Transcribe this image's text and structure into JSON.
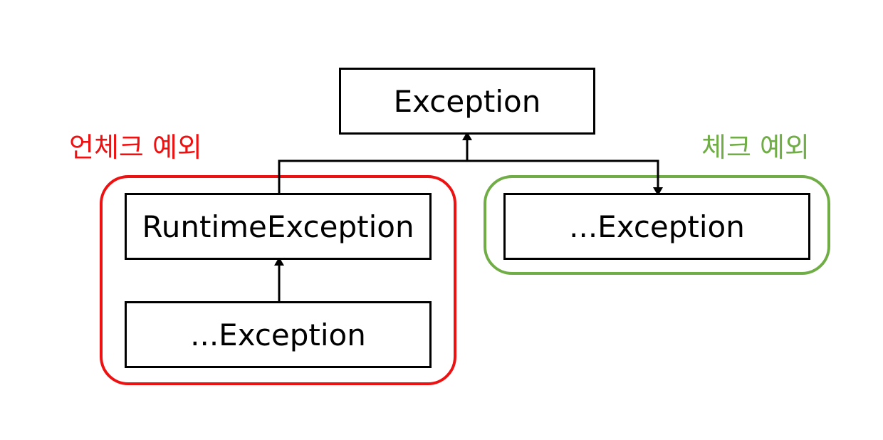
{
  "colors": {
    "unchecked": "#ee1111",
    "checked": "#70ad47",
    "line": "#000000"
  },
  "groups": {
    "unchecked_label": "언체크 예외",
    "checked_label": "체크 예외"
  },
  "nodes": {
    "exception": "Exception",
    "runtime_exception": "RuntimeException",
    "unchecked_sub_exception": "...Exception",
    "checked_sub_exception": "...Exception"
  }
}
